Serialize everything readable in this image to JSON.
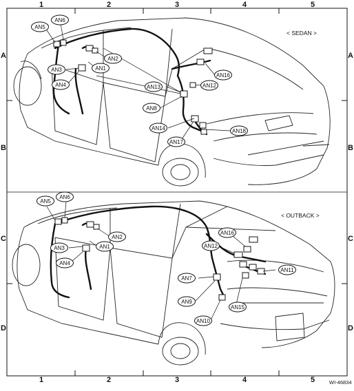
{
  "figure_id": "WI-46834",
  "grid": {
    "columns": [
      "1",
      "2",
      "3",
      "4",
      "5"
    ],
    "rows": [
      "A",
      "B",
      "C",
      "D"
    ]
  },
  "panels": {
    "sedan": {
      "title": "< SEDAN >",
      "callouts": [
        "AN5",
        "AN6",
        "AN2",
        "AN1",
        "AN3",
        "AN4",
        "AN13",
        "AN8",
        "AN14",
        "AN17",
        "AN16",
        "AN12",
        "AN18"
      ]
    },
    "outback": {
      "title": "< OUTBACK >",
      "callouts": [
        "AN5",
        "AN6",
        "AN2",
        "AN1",
        "AN3",
        "AN4",
        "AN12",
        "AN16",
        "AN7",
        "AN9",
        "AN10",
        "AN15",
        "AN11"
      ]
    }
  }
}
